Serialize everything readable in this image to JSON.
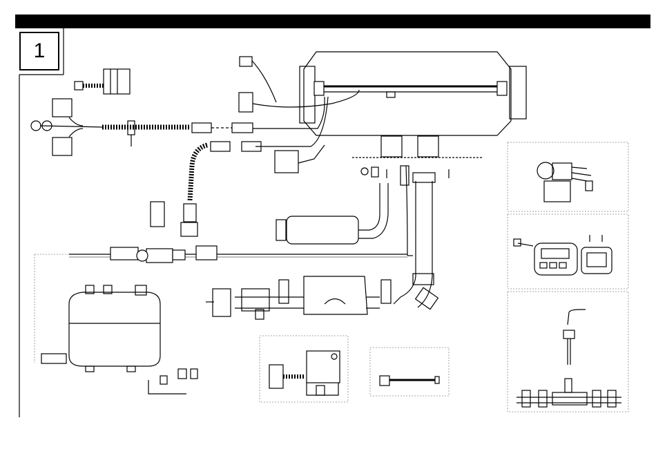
{
  "figure": {
    "number": "1"
  },
  "components": [
    {
      "id": "heater-unit"
    },
    {
      "id": "wiring-harness"
    },
    {
      "id": "fuel-pump"
    },
    {
      "id": "fuel-tank"
    },
    {
      "id": "exhaust-silencer"
    },
    {
      "id": "intake-silencer"
    },
    {
      "id": "exhaust-pipe"
    },
    {
      "id": "controller-module"
    },
    {
      "id": "control-panel"
    },
    {
      "id": "fuel-standpipe"
    },
    {
      "id": "fuel-line-clamps"
    },
    {
      "id": "temperature-sensor"
    },
    {
      "id": "extension-cable"
    }
  ],
  "colors": {
    "ink": "#000000",
    "dash": "#888888",
    "fill": "#ffffff"
  }
}
